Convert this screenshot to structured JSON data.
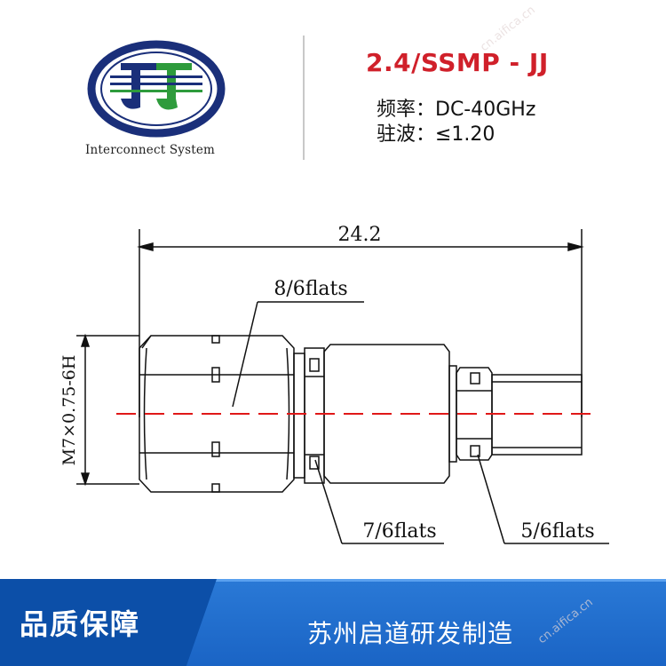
{
  "header": {
    "logo_caption": "Interconnect System",
    "title": "2.4/SSMP - JJ",
    "specs": [
      "频率：DC-40GHz",
      "驻波：≤1.20"
    ]
  },
  "drawing": {
    "overall_length_label": "24.2",
    "thread_label": "M7×0.75-6H",
    "callouts": [
      "8/6flats",
      "7/6flats",
      "5/6flats"
    ]
  },
  "footer": {
    "left_label": "品质保障",
    "right_label": "苏州启道研发制造"
  },
  "colors": {
    "title_red": "#d0202a",
    "footer_blue": "#1a64c5",
    "footer_dark_blue": "#0c4fa8",
    "logo_navy": "#1a2f7a",
    "logo_green": "#2e9b3c",
    "centerline_red": "#e01818"
  },
  "watermark": {
    "text": "cn.aifica.cn"
  }
}
